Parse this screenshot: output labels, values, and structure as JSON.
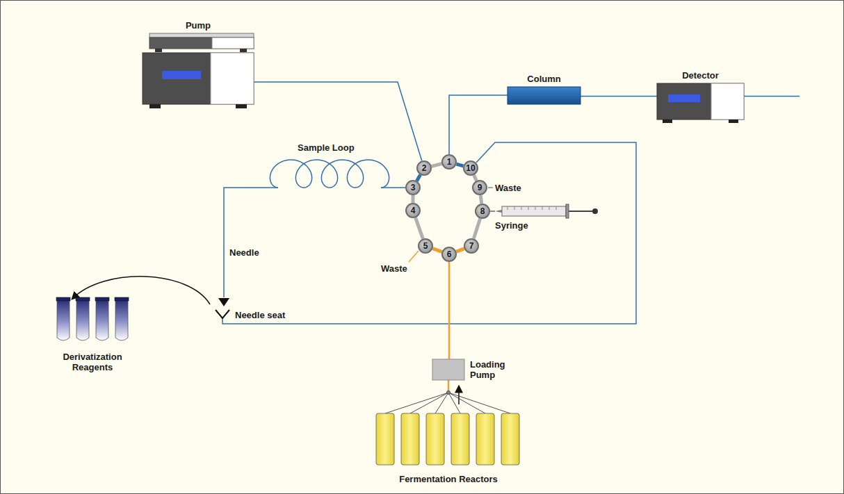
{
  "diagram": {
    "nodes": [
      {
        "text": [
          "Pump"
        ]
      },
      {
        "text": [
          "1"
        ]
      },
      {
        "text": [
          "2"
        ]
      },
      {
        "text": [
          "3"
        ]
      },
      {
        "text": [
          "4"
        ]
      },
      {
        "text": [
          "5"
        ]
      },
      {
        "text": [
          "6"
        ]
      },
      {
        "text": [
          "7"
        ]
      },
      {
        "text": [
          "8"
        ]
      },
      {
        "text": [
          "9"
        ]
      },
      {
        "text": [
          "10"
        ]
      },
      {
        "text": [
          "Column"
        ]
      },
      {
        "text": [
          "Detector"
        ]
      },
      {
        "text": [
          "Syringe"
        ]
      },
      {
        "text": [
          "Loading Pump"
        ]
      },
      {
        "text": [
          "Derivatization Reagents"
        ]
      },
      {
        "text": [
          "Fermentation Reactors"
        ]
      }
    ],
    "edges": [
      {
        "from": 0,
        "to": 2,
        "arrow": "none"
      },
      {
        "from": 1,
        "to": 11,
        "arrow": "none"
      },
      {
        "from": 11,
        "to": 12,
        "arrow": "none"
      },
      {
        "from": 1,
        "to": 2,
        "arrow": "none"
      },
      {
        "from": 2,
        "to": 3,
        "arrow": "none"
      },
      {
        "from": 3,
        "to": 4,
        "arrow": "none"
      },
      {
        "from": 4,
        "to": 5,
        "arrow": "none"
      },
      {
        "from": 5,
        "to": 6,
        "arrow": "none"
      },
      {
        "from": 6,
        "to": 7,
        "arrow": "none"
      },
      {
        "from": 7,
        "to": 8,
        "arrow": "none"
      },
      {
        "from": 8,
        "to": 9,
        "arrow": "none"
      },
      {
        "from": 9,
        "to": 10,
        "arrow": "none"
      },
      {
        "from": 10,
        "to": 1,
        "arrow": "none"
      },
      {
        "from": 8,
        "to": 13,
        "arrow": "none"
      },
      {
        "from": 14,
        "to": 6,
        "arrow": "none"
      },
      {
        "from": 16,
        "to": 14,
        "arrow": "none"
      }
    ],
    "labels": [
      "Sample Loop",
      "Needle",
      "Needle seat",
      "Waste",
      "Waste"
    ]
  }
}
